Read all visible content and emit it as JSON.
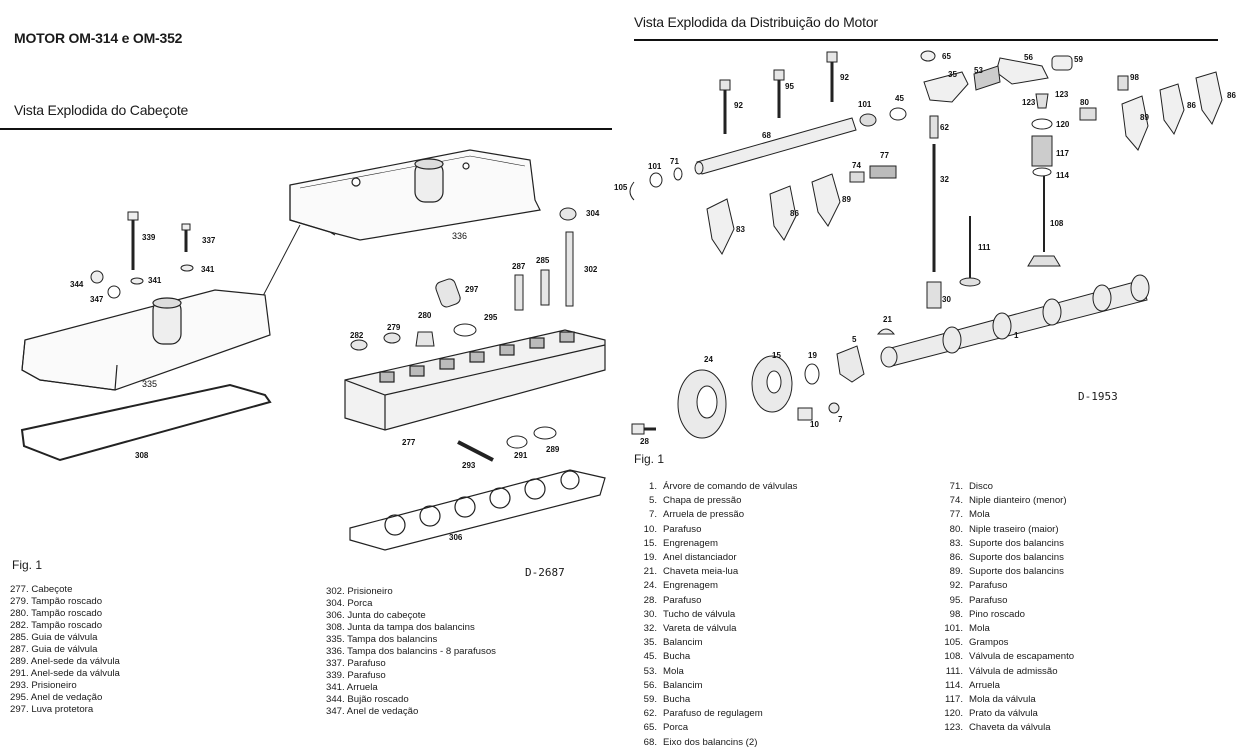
{
  "left": {
    "doc_title": "MOTOR OM-314 e OM-352",
    "section_title": "Vista Explodida do Cabeçote",
    "fig_label": "Fig. 1",
    "drawing_code": "D-2687",
    "callouts": [
      "339",
      "337",
      "341",
      "344",
      "347",
      "341",
      "336",
      "304",
      "335",
      "308",
      "297",
      "287",
      "285",
      "302",
      "282",
      "279",
      "280",
      "295",
      "277",
      "293",
      "291",
      "289",
      "306"
    ],
    "legend_col1": [
      "277. Cabeçote",
      "279. Tampão roscado",
      "280. Tampão roscado",
      "282. Tampão roscado",
      "285. Guia de válvula",
      "287. Guia de válvula",
      "289. Anel-sede da válvula",
      "291. Anel-sede da válvula",
      "293. Prisioneiro",
      "295. Anel de vedação",
      "297. Luva protetora"
    ],
    "legend_col2": [
      "302. Prisioneiro",
      "304. Porca",
      "306. Junta do cabeçote",
      "308. Junta da tampa dos balancins",
      "335. Tampa dos balancins",
      "336. Tampa dos balancins - 8 parafusos",
      "337. Parafuso",
      "339. Parafuso",
      "341. Arruela",
      "344. Bujão roscado",
      "347. Anel de vedação"
    ]
  },
  "right": {
    "section_title": "Vista Explodida da Distribuição do Motor",
    "fig_label": "Fig. 1",
    "drawing_code": "D-1953",
    "callouts": [
      "65",
      "56",
      "59",
      "92",
      "95",
      "92",
      "35",
      "53",
      "98",
      "101",
      "45",
      "123",
      "123",
      "80",
      "86",
      "86",
      "68",
      "62",
      "120",
      "89",
      "101",
      "71",
      "74",
      "77",
      "117",
      "105",
      "32",
      "114",
      "86",
      "89",
      "83",
      "108",
      "111",
      "30",
      "21",
      "1",
      "5",
      "24",
      "15",
      "19",
      "28",
      "10",
      "7"
    ],
    "legend_col1": [
      {
        "n": "1.",
        "t": "Árvore de comando de válvulas"
      },
      {
        "n": "5.",
        "t": "Chapa de pressão"
      },
      {
        "n": "7.",
        "t": "Arruela de pressão"
      },
      {
        "n": "10.",
        "t": "Parafuso"
      },
      {
        "n": "15.",
        "t": "Engrenagem"
      },
      {
        "n": "19.",
        "t": "Anel distanciador"
      },
      {
        "n": "21.",
        "t": "Chaveta meia-lua"
      },
      {
        "n": "24.",
        "t": "Engrenagem"
      },
      {
        "n": "28.",
        "t": "Parafuso"
      },
      {
        "n": "30.",
        "t": "Tucho de válvula"
      },
      {
        "n": "32.",
        "t": "Vareta de válvula"
      },
      {
        "n": "35.",
        "t": "Balancim"
      },
      {
        "n": "45.",
        "t": "Bucha"
      },
      {
        "n": "53.",
        "t": "Mola"
      },
      {
        "n": "56.",
        "t": "Balancim"
      },
      {
        "n": "59.",
        "t": "Bucha"
      },
      {
        "n": "62.",
        "t": "Parafuso de regulagem"
      },
      {
        "n": "65.",
        "t": "Porca"
      },
      {
        "n": "68.",
        "t": "Eixo dos balancins (2)"
      }
    ],
    "legend_col2": [
      {
        "n": "71.",
        "t": "Disco"
      },
      {
        "n": "74.",
        "t": "Niple dianteiro (menor)"
      },
      {
        "n": "77.",
        "t": "Mola"
      },
      {
        "n": "80.",
        "t": "Niple traseiro (maior)"
      },
      {
        "n": "83.",
        "t": "Suporte dos balancins"
      },
      {
        "n": "86.",
        "t": "Suporte dos balancins"
      },
      {
        "n": "89.",
        "t": "Suporte dos balancins"
      },
      {
        "n": "92.",
        "t": "Parafuso"
      },
      {
        "n": "95.",
        "t": "Parafuso"
      },
      {
        "n": "98.",
        "t": "Pino roscado"
      },
      {
        "n": "101.",
        "t": "Mola"
      },
      {
        "n": "105.",
        "t": "Grampos"
      },
      {
        "n": "108.",
        "t": "Válvula de escapamento"
      },
      {
        "n": "111.",
        "t": "Válvula de admissão"
      },
      {
        "n": "114.",
        "t": "Arruela"
      },
      {
        "n": "117.",
        "t": "Mola da válvula"
      },
      {
        "n": "120.",
        "t": "Prato da válvula"
      },
      {
        "n": "123.",
        "t": "Chaveta da válvula"
      }
    ]
  }
}
